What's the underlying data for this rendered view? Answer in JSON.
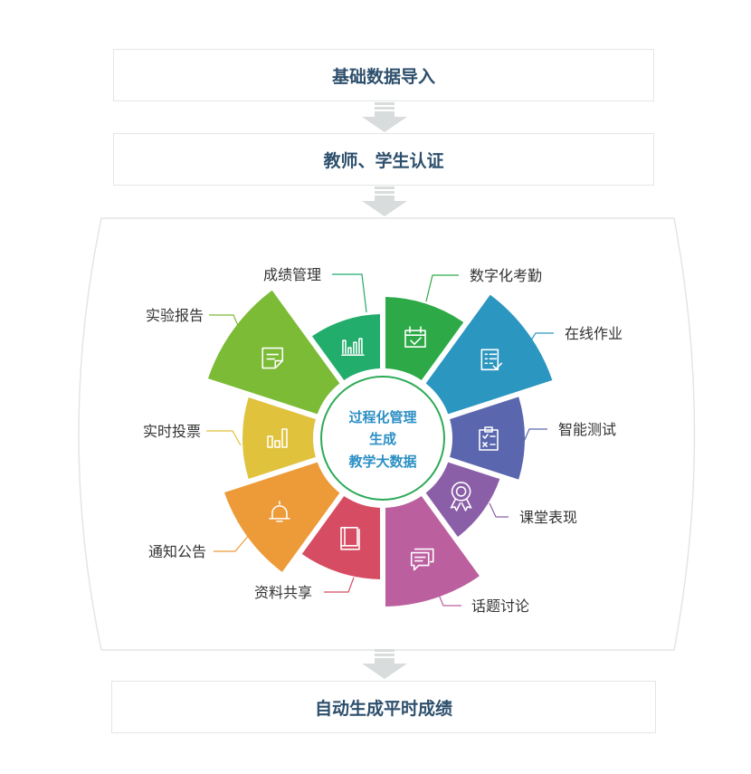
{
  "steps": {
    "step1": "基础数据导入",
    "step2": "教师、学生认证",
    "final": "自动生成平时成绩"
  },
  "center": {
    "line1": "过程化管理",
    "line2": "生成",
    "line3": "教学大数据"
  },
  "segments": [
    {
      "label": "数字化考勤",
      "color": "#2daa47",
      "icon": "calendar-check-icon"
    },
    {
      "label": "在线作业",
      "color": "#2b96c0",
      "icon": "checklist-icon"
    },
    {
      "label": "智能测试",
      "color": "#5a67ae",
      "icon": "clipboard-test-icon"
    },
    {
      "label": "课堂表现",
      "color": "#8b5fa8",
      "icon": "award-ribbon-icon"
    },
    {
      "label": "话题讨论",
      "color": "#bc5f9f",
      "icon": "chat-bubbles-icon"
    },
    {
      "label": "资料共享",
      "color": "#d64d63",
      "icon": "book-icon"
    },
    {
      "label": "通知公告",
      "color": "#ed9a38",
      "icon": "bell-icon"
    },
    {
      "label": "实时投票",
      "color": "#e0c23d",
      "icon": "bar-chart-icon"
    },
    {
      "label": "实验报告",
      "color": "#7cbb36",
      "icon": "note-icon"
    },
    {
      "label": "成绩管理",
      "color": "#22ad6c",
      "icon": "grade-chart-icon"
    }
  ],
  "colors": {
    "step_text": "#2d4f6c",
    "center_text": "#2b8fc4",
    "center_ring": "#2daa57",
    "arrow": "#d9dcdc"
  }
}
